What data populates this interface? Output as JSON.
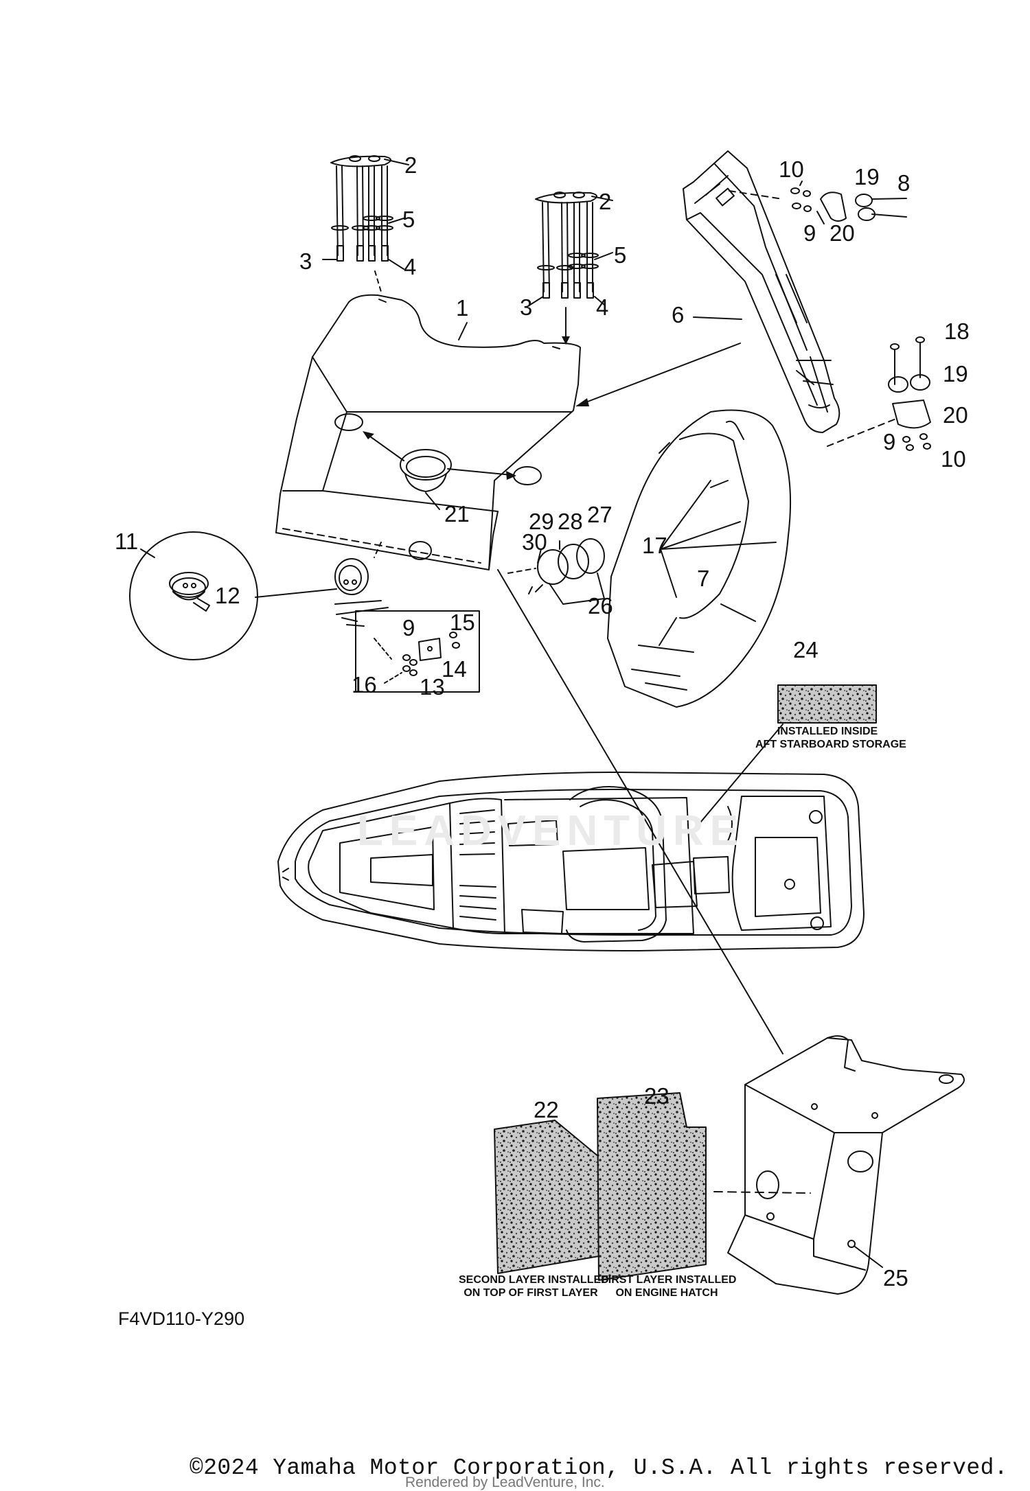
{
  "diagram": {
    "callouts": {
      "c1": "1",
      "c2a": "2",
      "c2b": "2",
      "c3a": "3",
      "c3b": "3",
      "c4a": "4",
      "c4b": "4",
      "c5a": "5",
      "c5b": "5",
      "c6": "6",
      "c7": "7",
      "c8": "8",
      "c9a": "9",
      "c9b": "9",
      "c9c": "9",
      "c10a": "10",
      "c10b": "10",
      "c11": "11",
      "c12": "12",
      "c13": "13",
      "c14": "14",
      "c15": "15",
      "c16": "16",
      "c17": "17",
      "c18": "18",
      "c19a": "19",
      "c19b": "19",
      "c20a": "20",
      "c20b": "20",
      "c21": "21",
      "c22": "22",
      "c23": "23",
      "c24": "24",
      "c25": "25",
      "c26": "26",
      "c27": "27",
      "c28": "28",
      "c29": "29",
      "c30": "30"
    },
    "notes": {
      "mat24_line1": "INSTALLED INSIDE",
      "mat24_line2": "AFT STARBOARD STORAGE",
      "mat22_line1": "SECOND LAYER INSTALLED",
      "mat22_line2": "ON TOP OF FIRST LAYER",
      "mat23_line1": "FIRST LAYER INSTALLED",
      "mat23_line2": "ON ENGINE HATCH"
    },
    "figure_code": "F4VD110-Y290",
    "watermark": "LEADVENTURE"
  },
  "footer": {
    "copyright": "©2024 Yamaha Motor Corporation, U.S.A. All rights reserved.",
    "rendered_by": "Rendered by LeadVenture, Inc."
  }
}
